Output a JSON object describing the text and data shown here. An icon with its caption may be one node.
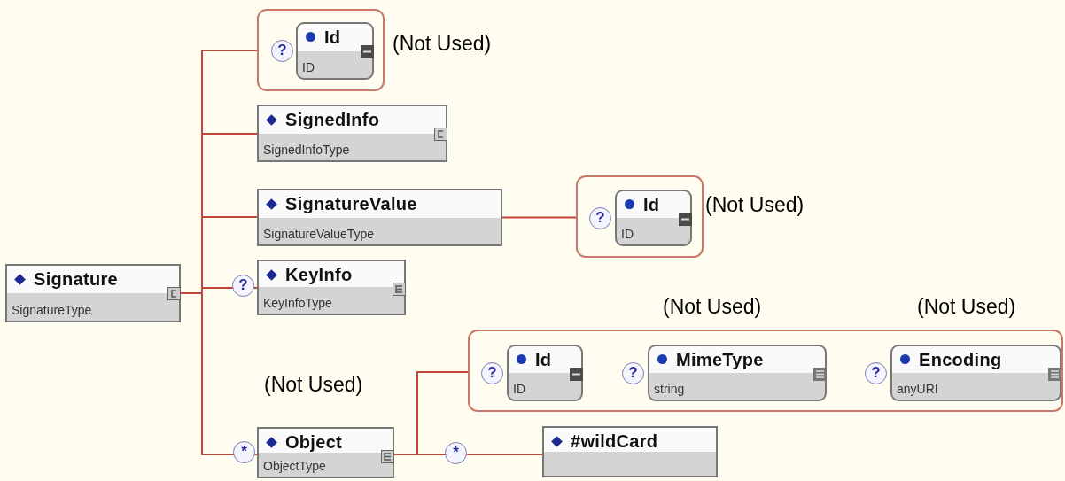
{
  "diagram": {
    "nodes": [
      {
        "text": [
          "Signature",
          "SignatureType"
        ]
      },
      {
        "text": [],
        "shape": "box",
        "beside": [
          "(Not Used)"
        ]
      },
      {
        "text": [
          "Id",
          "ID"
        ],
        "in": 1
      },
      {
        "text": [
          "SignedInfo",
          "SignedInfoType"
        ]
      },
      {
        "text": [
          "SignatureValue",
          "SignatureValueType"
        ]
      },
      {
        "text": [],
        "shape": "box",
        "beside": [
          "(Not Used)"
        ]
      },
      {
        "text": [
          "Id",
          "ID"
        ],
        "in": 5
      },
      {
        "text": [
          "KeyInfo",
          "KeyInfoType"
        ]
      },
      {
        "text": [
          "Object",
          "ObjectType"
        ]
      },
      {
        "text": [],
        "shape": "box"
      },
      {
        "text": [
          "Id",
          "ID"
        ],
        "in": 9
      },
      {
        "text": [
          "MimeType",
          "string"
        ],
        "in": 9,
        "beside": [
          "(Not Used)"
        ]
      },
      {
        "text": [
          "Encoding",
          "anyURI"
        ],
        "in": 9,
        "beside": [
          "(Not Used)"
        ]
      },
      {
        "text": [
          "#wildCard"
        ]
      }
    ],
    "edges": [
      {
        "from": 0,
        "to": 1,
        "arrow": "none"
      },
      {
        "from": 0,
        "to": 3,
        "arrow": "none"
      },
      {
        "from": 0,
        "to": 4,
        "arrow": "none"
      },
      {
        "from": 0,
        "to": 7,
        "arrow": "none"
      },
      {
        "from": 0,
        "to": 8,
        "arrow": "none"
      },
      {
        "from": 4,
        "to": 5,
        "arrow": "none"
      },
      {
        "from": 8,
        "to": 9,
        "arrow": "none"
      },
      {
        "from": 8,
        "to": 13,
        "arrow": "none"
      }
    ],
    "labels": [
      "?",
      "?",
      "?",
      "?",
      "?",
      "?",
      "(Not Used)",
      "*",
      "*"
    ]
  }
}
